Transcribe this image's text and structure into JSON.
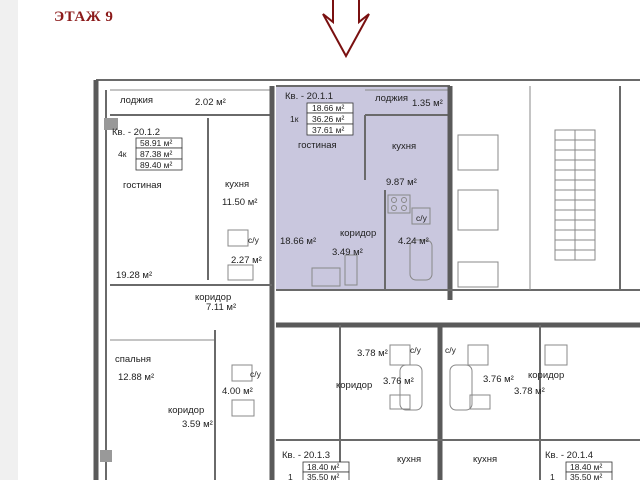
{
  "floor": {
    "title": "ЭТАЖ 9"
  },
  "apartments": {
    "a1": {
      "title": "Кв. - 20.1.1",
      "rooms": "1к",
      "living": "18.66 м²",
      "total": "36.26 м²",
      "total_full": "37.61 м²"
    },
    "a2": {
      "title": "Кв. - 20.1.2",
      "rooms": "4к",
      "living": "58.91 м²",
      "total": "87.38 м²",
      "total_full": "89.40 м²"
    },
    "a3": {
      "title": "Кв. - 20.1.3",
      "rooms": "1",
      "living": "18.40 м²",
      "total": "35.50 м²"
    },
    "a4": {
      "title": "Кв. - 20.1.4",
      "rooms": "1",
      "living": "18.40 м²",
      "total": "35.50 м²"
    }
  },
  "rooms": {
    "loggia_left": {
      "name": "лоджия",
      "area": "2.02 м²"
    },
    "loggia_right": {
      "name": "лоджия",
      "area": "1.35 м²"
    },
    "living_a1": {
      "name": "гостиная",
      "area": "18.66 м²"
    },
    "kitchen_a1": {
      "name": "кухня",
      "area": "9.87 м²"
    },
    "corridor_a1": {
      "name": "коридор",
      "area": "3.49 м²"
    },
    "bath_a1": {
      "name": "с/у",
      "area": "4.24 м²"
    },
    "living_a2": {
      "name": "гостиная",
      "area": "19.28 м²"
    },
    "kitchen_a2": {
      "name": "кухня",
      "area": "11.50 м²"
    },
    "bath_a2": {
      "name": "с/у",
      "area": "2.27 м²"
    },
    "corridor_a2": {
      "name": "коридор",
      "area": "7.11 м²"
    },
    "bedroom_a2": {
      "name": "спальня",
      "area": "12.88 м²"
    },
    "bath2_a2": {
      "name": "с/у",
      "area": "4.00 м²"
    },
    "corridor2_a2": {
      "name": "коридор",
      "area": "3.59 м²"
    },
    "bath_a3": {
      "name": "с/у",
      "area": "3.78 м²"
    },
    "corridor_a3": {
      "name": "коридор",
      "area": "3.76 м²"
    },
    "bath_a4": {
      "name": "с/у",
      "area": "3.76 м²"
    },
    "corridor_a4": {
      "name": "коридор",
      "area": "3.78 м²"
    },
    "kitchen_a3": {
      "name": "кухня"
    },
    "kitchen_a4": {
      "name": "кухня"
    }
  },
  "colors": {
    "highlight": "#c9c7de",
    "title": "#8b1a1a",
    "arrow": "#7a1010"
  },
  "icons": {
    "pointer": "down-arrow-outline-icon"
  }
}
